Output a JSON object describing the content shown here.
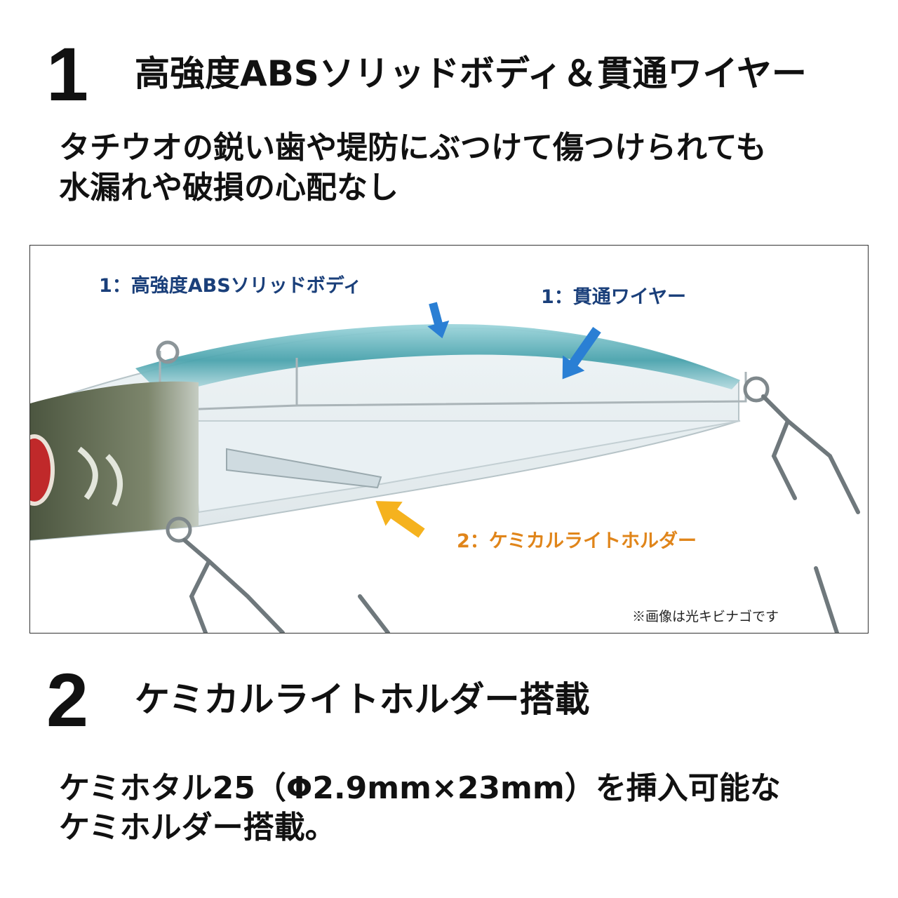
{
  "section1": {
    "number": "1",
    "title": "高強度ABSソリッドボディ＆貫通ワイヤー",
    "line1": "タチウオの鋭い歯や堤防にぶつけて傷つけられても",
    "line2": "水漏れや破損の心配なし"
  },
  "figure": {
    "callout_body": "1：高強度ABSソリッドボディ",
    "callout_wire": "1：貫通ワイヤー",
    "callout_holder": "2：ケミカルライトホルダー",
    "note": "※画像は光キビナゴです",
    "colors": {
      "blue_label": "#1a3f7a",
      "blue_arrow": "#2a7fd4",
      "orange_label": "#e0851a",
      "orange_arrow": "#f5b21e"
    }
  },
  "section2": {
    "number": "2",
    "title": "ケミカルライトホルダー搭載",
    "line1": "ケミホタル25（Φ2.9mm×23mm）を挿入可能な",
    "line2": "ケミホルダー搭載。"
  }
}
